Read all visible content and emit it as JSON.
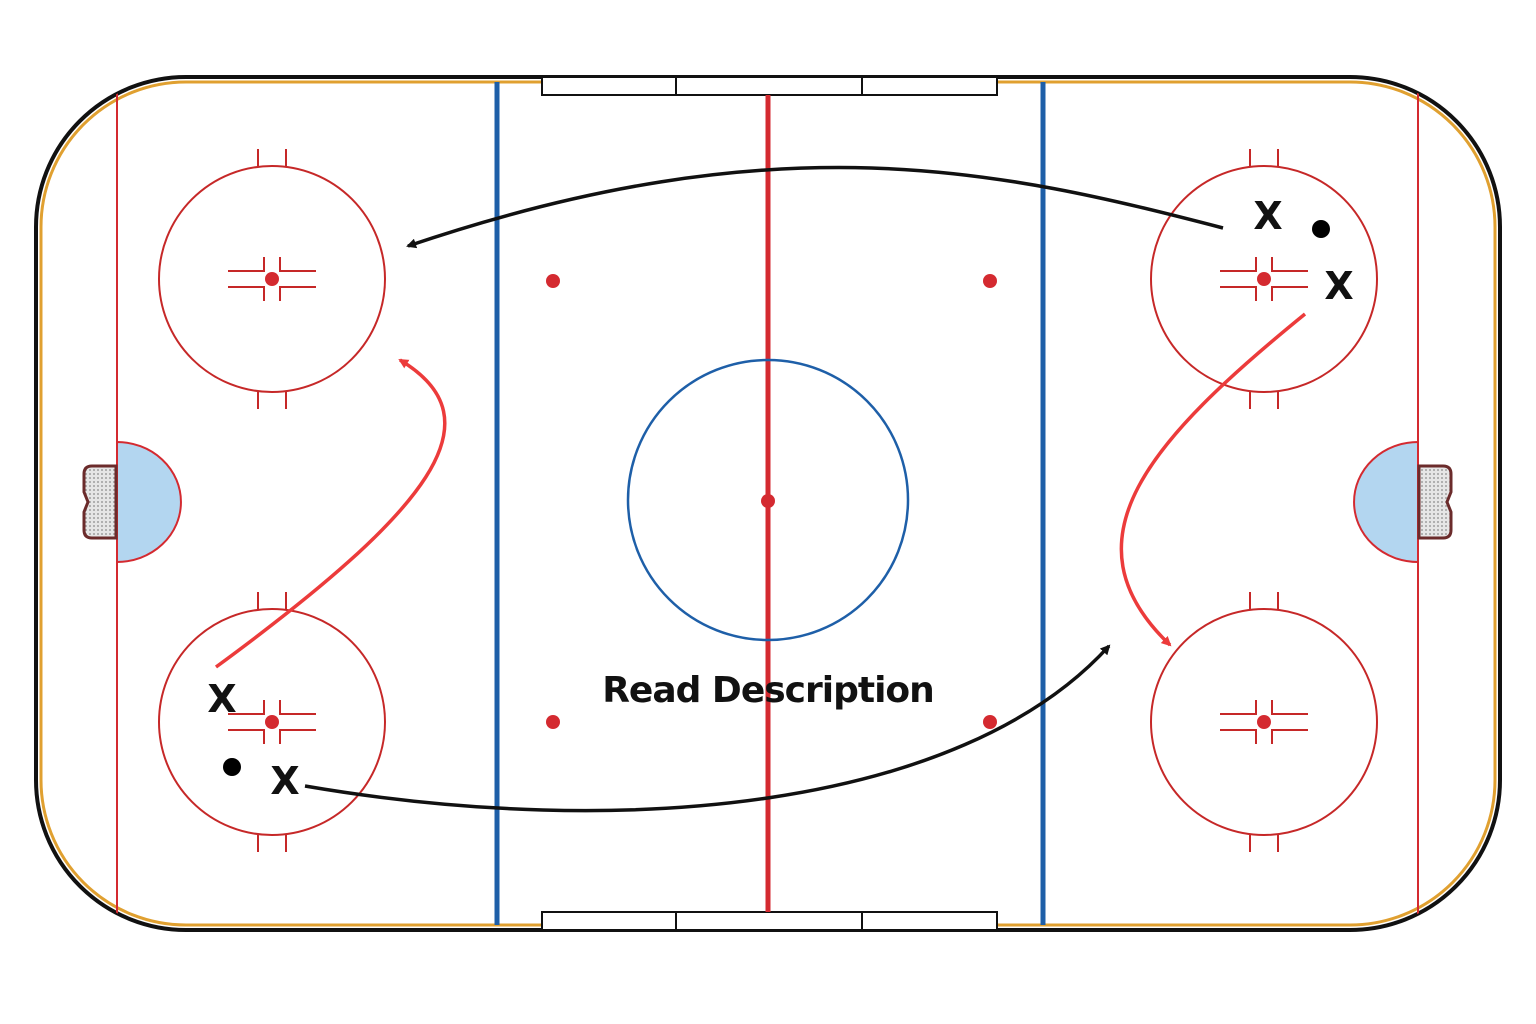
{
  "caption": "Read Description",
  "players": [
    {
      "id": "p1",
      "label": "X"
    },
    {
      "id": "p2",
      "label": "X"
    },
    {
      "id": "p3",
      "label": "X"
    },
    {
      "id": "p4",
      "label": "X"
    }
  ],
  "colors": {
    "boards_outer": "#111111",
    "boards_inner": "#e0a030",
    "red_line": "#d42a30",
    "blue_line": "#1e5fa8",
    "center_circle": "#1e5fa8",
    "faceoff_circle": "#c62828",
    "crease_fill": "#b3d6f0",
    "pass_arrow": "#111111",
    "skate_arrow": "#ec3b3b",
    "puck": "#000000"
  },
  "icons": {
    "puck": "puck-icon",
    "goal_net": "goal-net-icon",
    "player": "player-x-icon"
  }
}
